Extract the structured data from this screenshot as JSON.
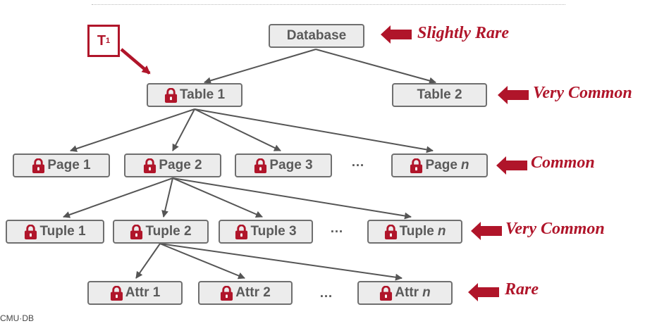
{
  "colors": {
    "accent": "#b0152a",
    "node_fill": "#ececec",
    "node_border": "#6f6f6f",
    "text": "#5a5a5a"
  },
  "transaction": {
    "label": "T",
    "sub": "1"
  },
  "nodes": {
    "database": "Database",
    "table1": "Table 1",
    "table2": "Table 2",
    "page1": "Page 1",
    "page2": "Page 2",
    "page3": "Page 3",
    "pagen": {
      "label": "Page",
      "n": "n"
    },
    "tuple1": "Tuple 1",
    "tuple2": "Tuple 2",
    "tuple3": "Tuple 3",
    "tuplen": {
      "label": "Tuple",
      "n": "n"
    },
    "attr1": "Attr 1",
    "attr2": "Attr 2",
    "attrn": {
      "label": "Attr",
      "n": "n"
    }
  },
  "ellipsis": "…",
  "frequency": {
    "database": "Slightly Rare",
    "tables": "Very Common",
    "pages": "Common",
    "tuples": "Very Common",
    "attrs": "Rare"
  },
  "footer": "CMU·DB",
  "icons": [
    "lock-icon",
    "left-arrow-icon",
    "pointer-arrow-icon"
  ]
}
